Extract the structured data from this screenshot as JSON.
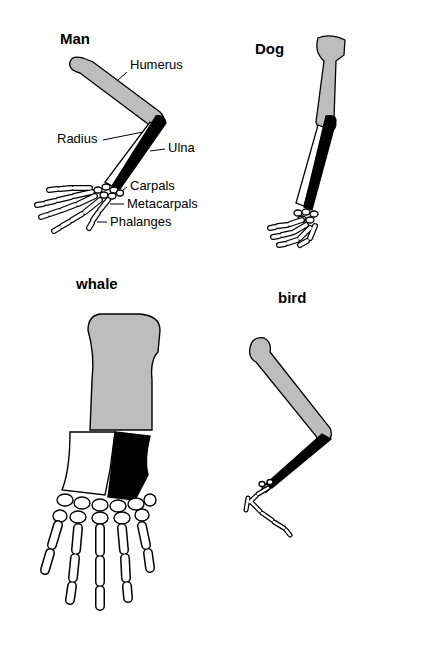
{
  "diagram": {
    "labels": [
      "Man",
      "Humerus",
      "Radius",
      "Ulna",
      "Carpals",
      "Metacarpals",
      "Phalanges",
      "Dog",
      "whale",
      "bird"
    ]
  }
}
